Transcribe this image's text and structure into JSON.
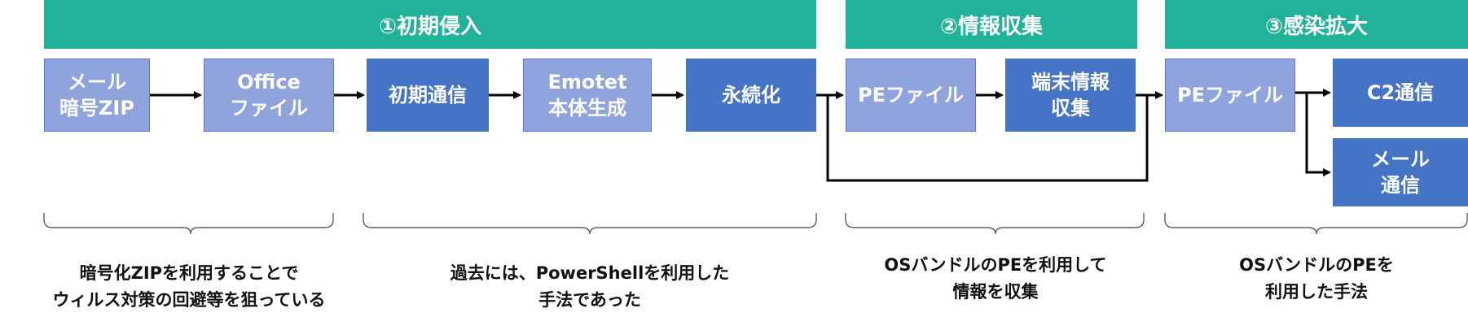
{
  "phases": [
    {
      "label": "①初期侵入"
    },
    {
      "label": "②情報収集"
    },
    {
      "label": "③感染拡大"
    }
  ],
  "boxes": {
    "mail_zip": "メール\n暗号ZIP",
    "office_file": "Office\nファイル",
    "initial_comm": "初期通信",
    "emotet_gen": "Emotet\n本体生成",
    "persistence": "永続化",
    "pe_file_1": "PEファイル",
    "terminal_info": "端末情報\n収集",
    "pe_file_2": "PEファイル",
    "c2_comm": "C2通信",
    "mail_comm": "メール\n通信"
  },
  "notes": {
    "zip_note": "暗号化ZIPを利用することで\nウィルス対策の回避等を狙っている",
    "powershell_note": "過去には、PowerShellを利用した\n手法であった",
    "collect_note": "OSバンドルのPEを利用して\n情報を収集",
    "spread_note": "OSバンドルのPEを\n利用した手法"
  },
  "colors": {
    "phase_header": "#21b29a",
    "box_light": "#8fa3dd",
    "box_dark": "#4573c6",
    "arrow": "#000000"
  }
}
